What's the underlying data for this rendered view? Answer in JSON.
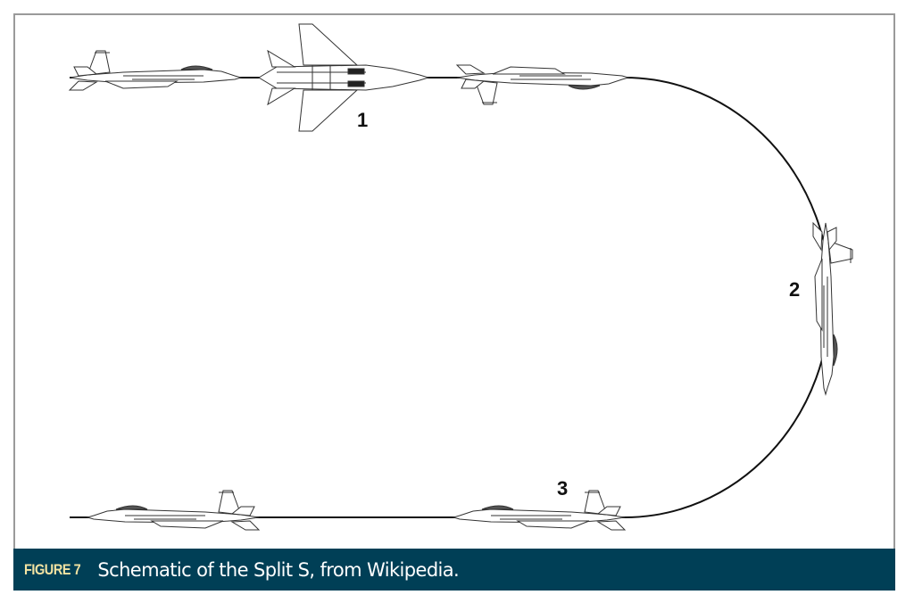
{
  "figure": {
    "labels": [
      "1",
      "2",
      "3"
    ],
    "caption_tag": "FIGURE 7",
    "caption_text": "Schematic of the Split S, from Wikipedia.",
    "colors": {
      "caption_bg": "#003f56",
      "caption_tag": "#f3e3a2",
      "path": "#111111"
    }
  }
}
